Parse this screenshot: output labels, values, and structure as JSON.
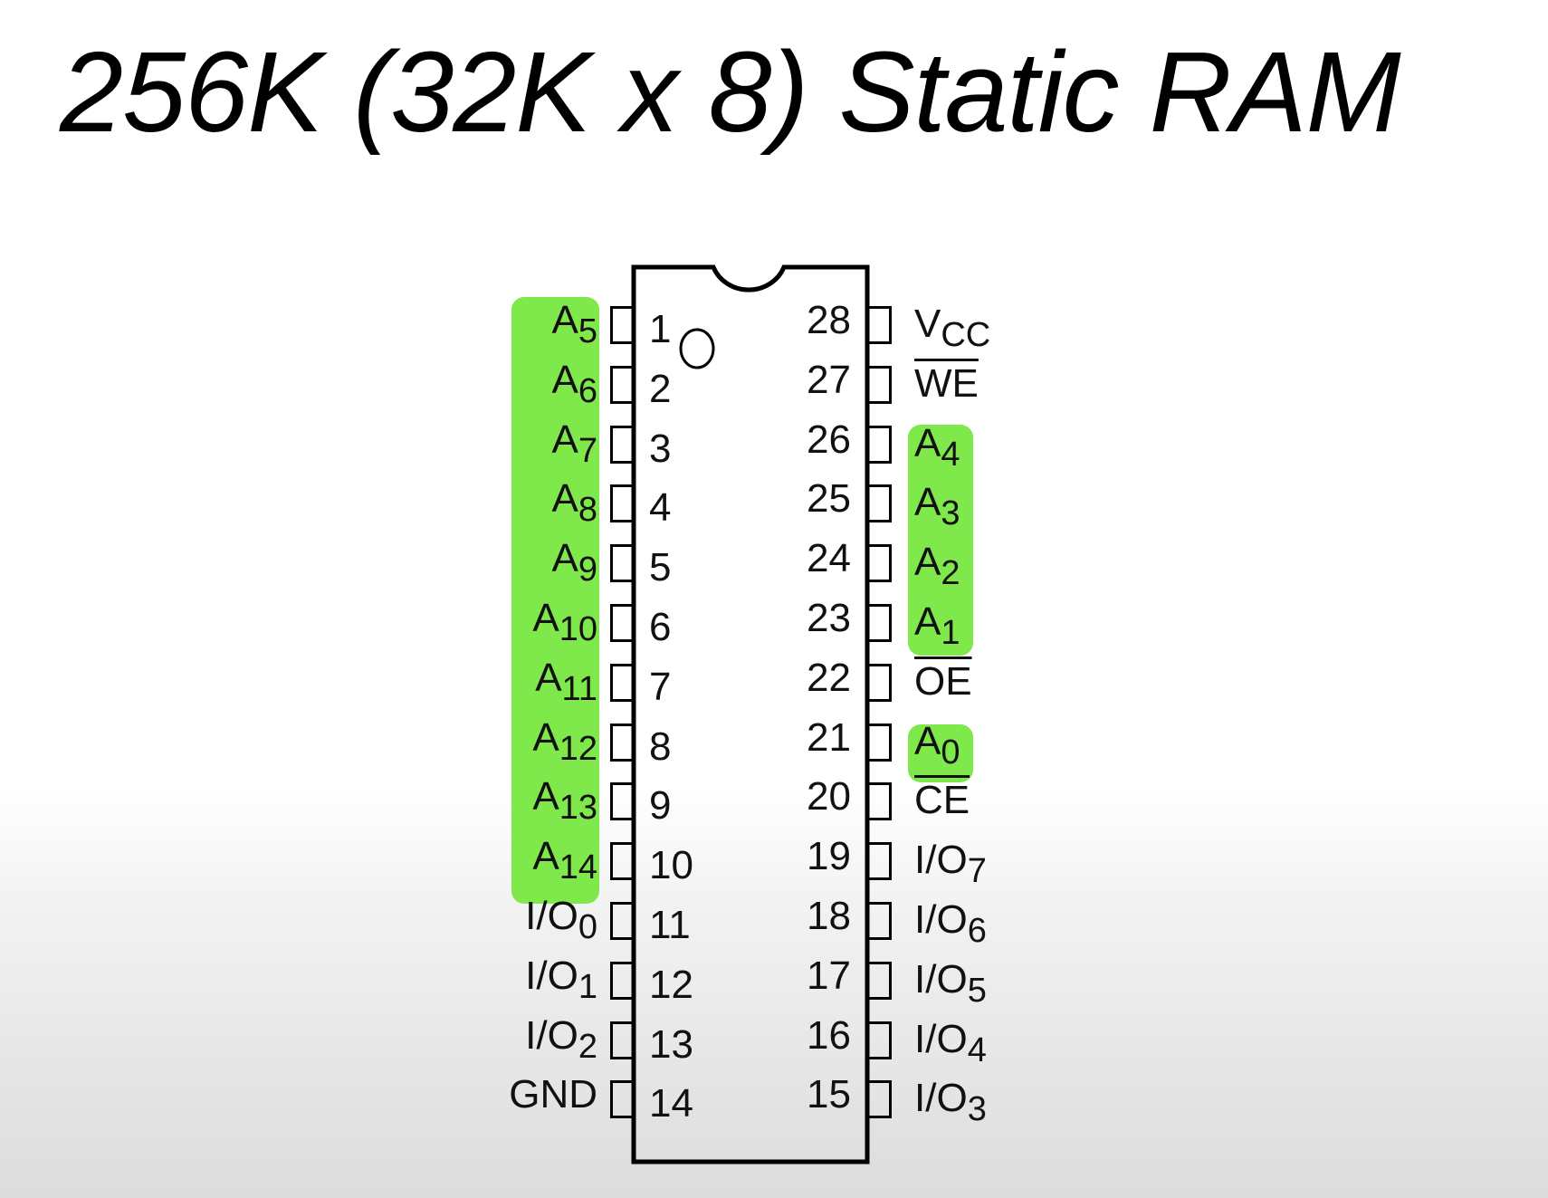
{
  "title": "256K (32K x 8) Static RAM",
  "colors": {
    "highlight": "#7fe84a",
    "chip_outline": "#000000"
  },
  "left_pins": [
    {
      "num": "1",
      "name": "A",
      "sub": "5",
      "overline": false
    },
    {
      "num": "2",
      "name": "A",
      "sub": "6",
      "overline": false
    },
    {
      "num": "3",
      "name": "A",
      "sub": "7",
      "overline": false
    },
    {
      "num": "4",
      "name": "A",
      "sub": "8",
      "overline": false
    },
    {
      "num": "5",
      "name": "A",
      "sub": "9",
      "overline": false
    },
    {
      "num": "6",
      "name": "A",
      "sub": "10",
      "overline": false
    },
    {
      "num": "7",
      "name": "A",
      "sub": "11",
      "overline": false
    },
    {
      "num": "8",
      "name": "A",
      "sub": "12",
      "overline": false
    },
    {
      "num": "9",
      "name": "A",
      "sub": "13",
      "overline": false
    },
    {
      "num": "10",
      "name": "A",
      "sub": "14",
      "overline": false
    },
    {
      "num": "11",
      "name": "I/O",
      "sub": "0",
      "overline": false
    },
    {
      "num": "12",
      "name": "I/O",
      "sub": "1",
      "overline": false
    },
    {
      "num": "13",
      "name": "I/O",
      "sub": "2",
      "overline": false
    },
    {
      "num": "14",
      "name": "GND",
      "sub": "",
      "overline": false
    }
  ],
  "right_pins": [
    {
      "num": "28",
      "name": "V",
      "sub": "CC",
      "overline": false
    },
    {
      "num": "27",
      "name": "WE",
      "sub": "",
      "overline": true
    },
    {
      "num": "26",
      "name": "A",
      "sub": "4",
      "overline": false
    },
    {
      "num": "25",
      "name": "A",
      "sub": "3",
      "overline": false
    },
    {
      "num": "24",
      "name": "A",
      "sub": "2",
      "overline": false
    },
    {
      "num": "23",
      "name": "A",
      "sub": "1",
      "overline": false
    },
    {
      "num": "22",
      "name": "OE",
      "sub": "",
      "overline": true
    },
    {
      "num": "21",
      "name": "A",
      "sub": "0",
      "overline": false
    },
    {
      "num": "20",
      "name": "CE",
      "sub": "",
      "overline": true
    },
    {
      "num": "19",
      "name": "I/O",
      "sub": "7",
      "overline": false
    },
    {
      "num": "18",
      "name": "I/O",
      "sub": "6",
      "overline": false
    },
    {
      "num": "17",
      "name": "I/O",
      "sub": "5",
      "overline": false
    },
    {
      "num": "16",
      "name": "I/O",
      "sub": "4",
      "overline": false
    },
    {
      "num": "15",
      "name": "I/O",
      "sub": "3",
      "overline": false
    }
  ],
  "highlighted_groups": [
    {
      "side": "left",
      "first_pin": "1",
      "last_pin": "10"
    },
    {
      "side": "right",
      "first_pin": "26",
      "last_pin": "23"
    },
    {
      "side": "right",
      "first_pin": "21",
      "last_pin": "21"
    }
  ]
}
